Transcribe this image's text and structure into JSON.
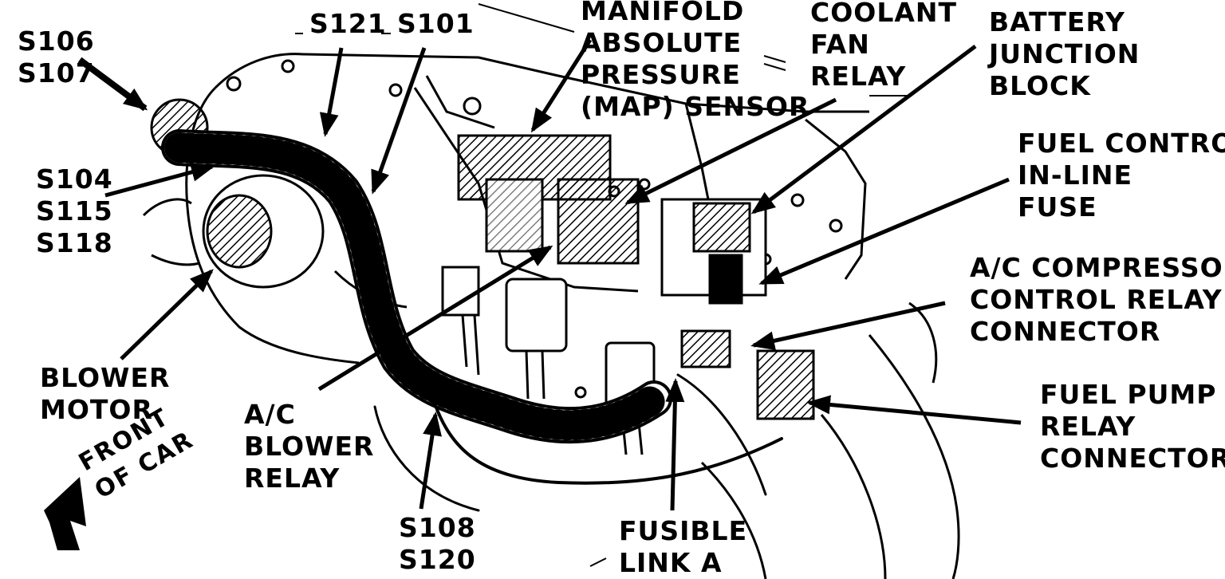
{
  "labels": {
    "s106_s107": [
      "S106",
      "S107"
    ],
    "s121": "S121",
    "s101": "S101",
    "map_sensor": [
      "MANIFOLD",
      "ABSOLUTE",
      "PRESSURE",
      "(MAP) SENSOR"
    ],
    "coolant_fan_relay": [
      "COOLANT",
      "FAN",
      "RELAY"
    ],
    "battery_junction_block": [
      "BATTERY",
      "JUNCTION",
      "BLOCK"
    ],
    "fuel_control_fuse": [
      "FUEL CONTROL",
      "IN-LINE",
      "FUSE"
    ],
    "s104_s115_s118": [
      "S104",
      "S115",
      "S118"
    ],
    "ac_compressor_relay": [
      "A/C COMPRESSOR",
      "CONTROL RELAY",
      "CONNECTOR"
    ],
    "blower_motor": [
      "BLOWER",
      "MOTOR"
    ],
    "ac_blower_relay": [
      "A/C",
      "BLOWER",
      "RELAY"
    ],
    "fuel_pump_relay": [
      "FUEL PUMP",
      "RELAY",
      "CONNECTOR"
    ],
    "front_of_car": [
      "FRONT",
      "OF CAR"
    ],
    "s108_s120": [
      "S108",
      "S120"
    ],
    "fusible_link": [
      "FUSIBLE",
      "LINK A"
    ]
  }
}
